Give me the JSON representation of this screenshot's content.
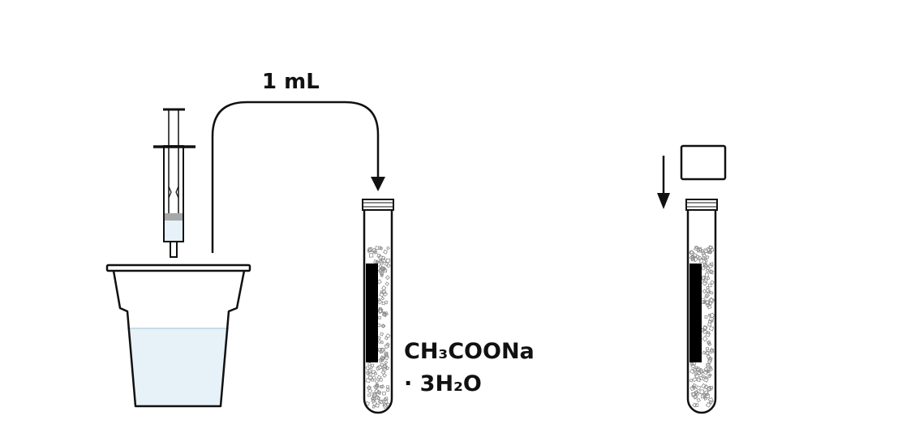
{
  "labels": {
    "volume": "1 mL",
    "reagent_line1": "CH₃COONa",
    "reagent_line2": "· 3H₂O"
  },
  "colors": {
    "outline": "#111111",
    "liquid": "#e6f2f7",
    "liquid_edge": "#b8d3e0",
    "plunger_tip": "#a7a7a7",
    "granule": "#8c8c8c",
    "label_band": "#000000"
  },
  "icons": {
    "syringe": "syringe-icon",
    "cup": "beaker-cup-icon",
    "tube": "test-tube-icon",
    "cap": "tube-cap-icon",
    "transfer_arrow": "curved-arrow-icon",
    "down_arrow": "down-arrow-icon"
  }
}
